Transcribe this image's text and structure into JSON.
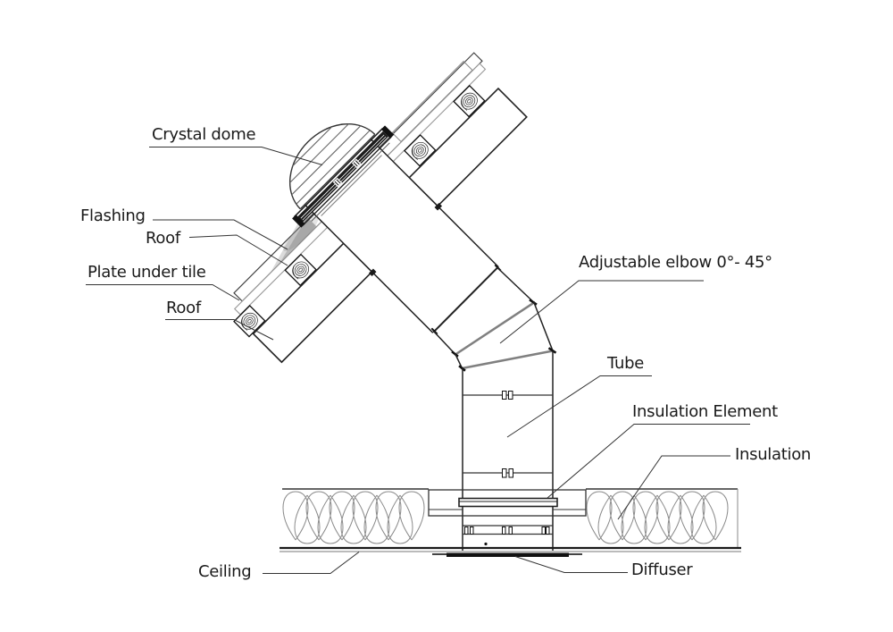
{
  "diagram": {
    "kind": "sun-tunnel-skylight-section",
    "background": "#ffffff",
    "colors": {
      "line": "#1a1a1a",
      "seam_gray": "#808080",
      "insulation_stroke": "#8a8a8a",
      "leader": "#333333"
    },
    "labels": {
      "crystal_dome": "Crystal dome",
      "flashing": "Flashing",
      "roof_upper": "Roof",
      "plate_under_tile": "Plate under tile",
      "roof_lower": "Roof",
      "adjustable_elbow": "Adjustable elbow 0°- 45°",
      "tube": "Tube",
      "insulation_element": "Insulation Element",
      "insulation": "Insulation",
      "ceiling": "Ceiling",
      "diffuser": "Diffuser"
    }
  }
}
